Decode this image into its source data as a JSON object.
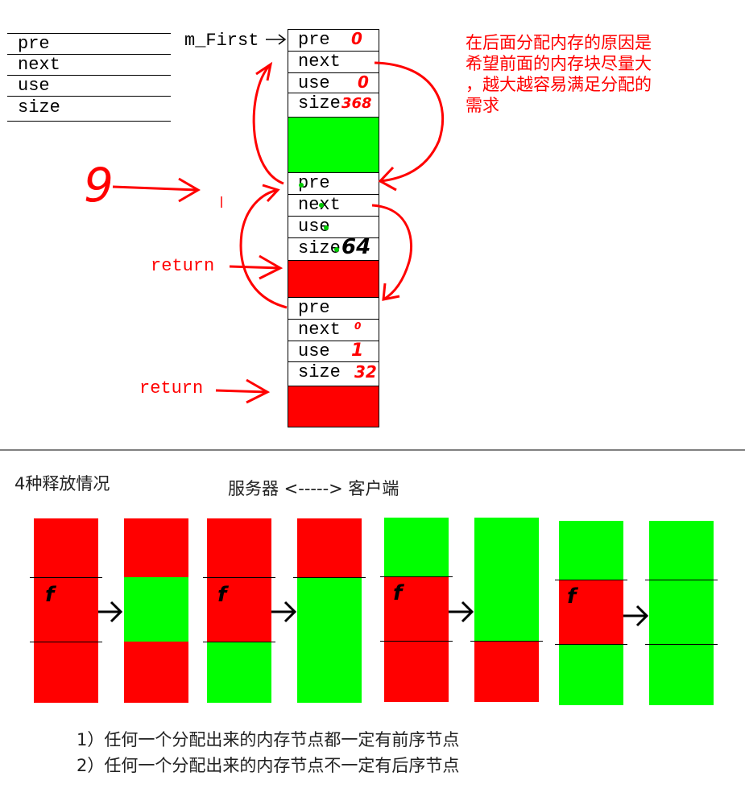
{
  "legend": {
    "fields": [
      "pre",
      "next",
      "use",
      "size"
    ]
  },
  "pointer_label": "m_First",
  "blocks": [
    {
      "fields": [
        "pre",
        "next",
        "use",
        "size"
      ],
      "values": [
        "0",
        "",
        "0",
        "368"
      ]
    },
    {
      "fields": [
        "pre",
        "next",
        "use",
        "size"
      ],
      "values": [
        "",
        "",
        "",
        "64"
      ]
    },
    {
      "fields": [
        "pre",
        "next",
        "use",
        "size"
      ],
      "values": [
        "",
        "0",
        "1",
        "32"
      ]
    }
  ],
  "note": [
    "在后面分配内存的原因是",
    "希望前面的内存块尽量大",
    "，越大越容易满足分配的",
    "需求"
  ],
  "size_request": "9",
  "return_labels": [
    "return",
    "return"
  ],
  "section_title": "4种释放情况",
  "server_client": "服务器 <-----> 客户端",
  "free_marker": "f",
  "statements": [
    "1）任何一个分配出来的内存节点都一定有前序节点",
    "2）任何一个分配出来的内存节点不一定有后序节点"
  ],
  "colors": {
    "used": "#ff0000",
    "free": "#00ff00",
    "annotation": "#ff0000"
  }
}
